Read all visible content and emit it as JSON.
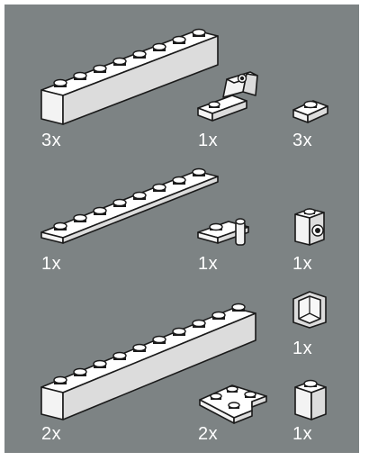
{
  "parts": [
    {
      "id": "brick-1x8",
      "qty": "3x"
    },
    {
      "id": "bracket-1x2-1x2-inverted",
      "qty": "1x"
    },
    {
      "id": "plate-1x1",
      "qty": "3x"
    },
    {
      "id": "plate-1x8",
      "qty": "1x"
    },
    {
      "id": "plate-1x2-with-clip",
      "qty": "1x"
    },
    {
      "id": "brick-1x1-with-headlight",
      "qty": "1x"
    },
    {
      "id": "panel-1x1x1-corner",
      "qty": "1x"
    },
    {
      "id": "brick-1x10",
      "qty": "2x"
    },
    {
      "id": "plate-2x2-corner",
      "qty": "2x"
    },
    {
      "id": "brick-1x1",
      "qty": "1x"
    }
  ],
  "colors": {
    "background": "#7d8384",
    "border": "#ffffff",
    "part": "#ffffff",
    "outline": "#1a1a1a"
  }
}
